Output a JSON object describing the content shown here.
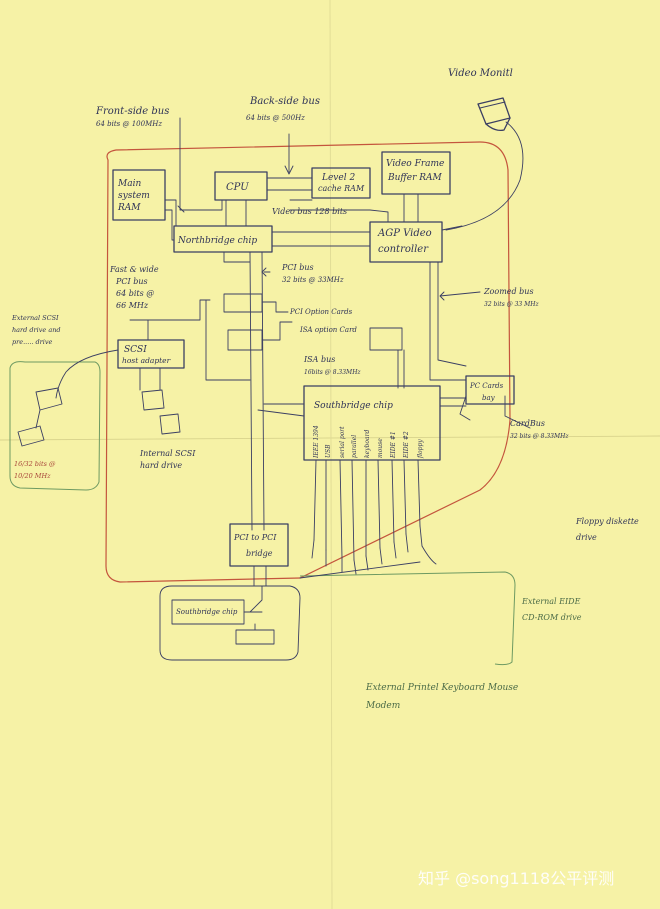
{
  "labels": {
    "video_monitor": "Video Monitl",
    "front_side_bus": "Front-side bus",
    "front_side_bus_spec": "64 bits @ 100MHz",
    "back_side_bus": "Back-side bus",
    "back_side_bus_spec": "64 bits @ 500Hz",
    "cpu": "CPU",
    "level2_cache_l1": "Level 2",
    "level2_cache_l2": "cache RAM",
    "video_frame_l1": "Video Frame",
    "video_frame_l2": "Buffer RAM",
    "main_ram_l1": "Main",
    "main_ram_l2": "system",
    "main_ram_l3": "RAM",
    "video_bus": "Video bus 128 bits",
    "northbridge": "Northbridge chip",
    "agp_l1": "AGP Video",
    "agp_l2": "controller",
    "pci_bus_fast_l1": "Fast & wide",
    "pci_bus_fast_l2": "PCI bus",
    "pci_bus_fast_l3": "64 bits @",
    "pci_bus_fast_l4": "66 MHz",
    "pci_bus_l1": "PCI bus",
    "pci_bus_l2": "32 bits @ 33MHz",
    "pci_option_cards": "PCI Option Cards",
    "isa_option_card": "ISA option Card",
    "isa_bus_l1": "ISA bus",
    "isa_bus_l2": "16bits @ 8.33MHz",
    "zoomed_bus_l1": "Zoomed bus",
    "zoomed_bus_l2": "32 bits @ 33 MHz",
    "external_scsi_l1": "External SCSI",
    "external_scsi_l2": "hard drive and",
    "external_scsi_l3": "pre..... drive",
    "scsi_l1": "SCSI",
    "scsi_l2": "host adapter",
    "southbridge": "Southbridge chip",
    "pc_card_l1": "PC Cards",
    "pc_card_l2": "bay",
    "cardbus_l1": "CardBus",
    "cardbus_l2": "32 bits @ 8.33MHz",
    "scsi_speed_l1": "16/32 bits @",
    "scsi_speed_l2": "10/20 MHz",
    "internal_scsi_l1": "Internal SCSI",
    "internal_scsi_l2": "hard drive",
    "floppy_l1": "Floppy diskette",
    "floppy_l2": "drive",
    "pci_to_pci_l1": "PCI to PCI",
    "pci_to_pci_l2": "bridge",
    "external_eide_l1": "External EIDE",
    "external_eide_l2": "CD-ROM drive",
    "southbridge_dock": "Southbridge chip",
    "external_devices": "External Printel Keyboard Mouse",
    "modem": "Modem",
    "watermark": "知乎 @song1118公平评测"
  },
  "ports": [
    "IEEE 1394",
    "USB",
    "serial port",
    "parallel",
    "keyboard",
    "mouse",
    "EIDE #1",
    "EIDE #2",
    "floppy"
  ],
  "colors": {
    "paper": "#f6f2a6",
    "ink": "#3b3f63",
    "red_outline": "#c4553d",
    "green_outline": "#6e9a62"
  }
}
